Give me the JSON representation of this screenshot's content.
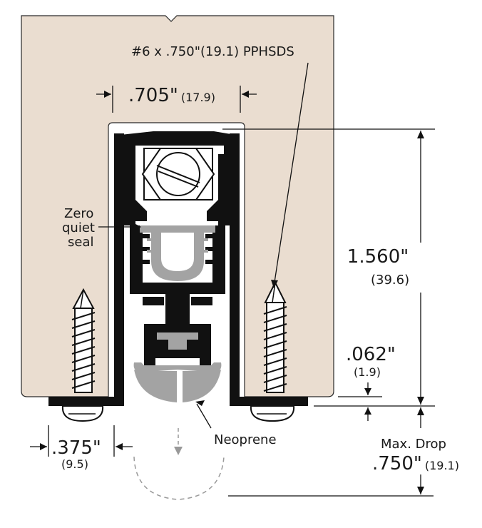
{
  "colors": {
    "door": "#eaddd0",
    "metal": "#111111",
    "seal": "#a3a3a3",
    "screw": "#ffffff",
    "line": "#111111"
  },
  "labels": {
    "screw_spec": "#6 x .750\"(19.1) PPHSDS",
    "width_in": ".705\"",
    "width_mm": "(17.9)",
    "seal_line1": "Zero",
    "seal_line2": "quiet",
    "seal_line3": "seal",
    "height_in": "1.560\"",
    "height_mm": "(39.6)",
    "gap_in": ".062\"",
    "gap_mm": "(1.9)",
    "flange_in": ".375\"",
    "flange_mm": "(9.5)",
    "neoprene": "Neoprene",
    "drop_label": "Max. Drop",
    "drop_in": ".750\"",
    "drop_mm": "(19.1)"
  },
  "icons": [
    "screw-icon",
    "hex-nut-icon",
    "pan-head-icon",
    "drop-arrow-icon"
  ]
}
